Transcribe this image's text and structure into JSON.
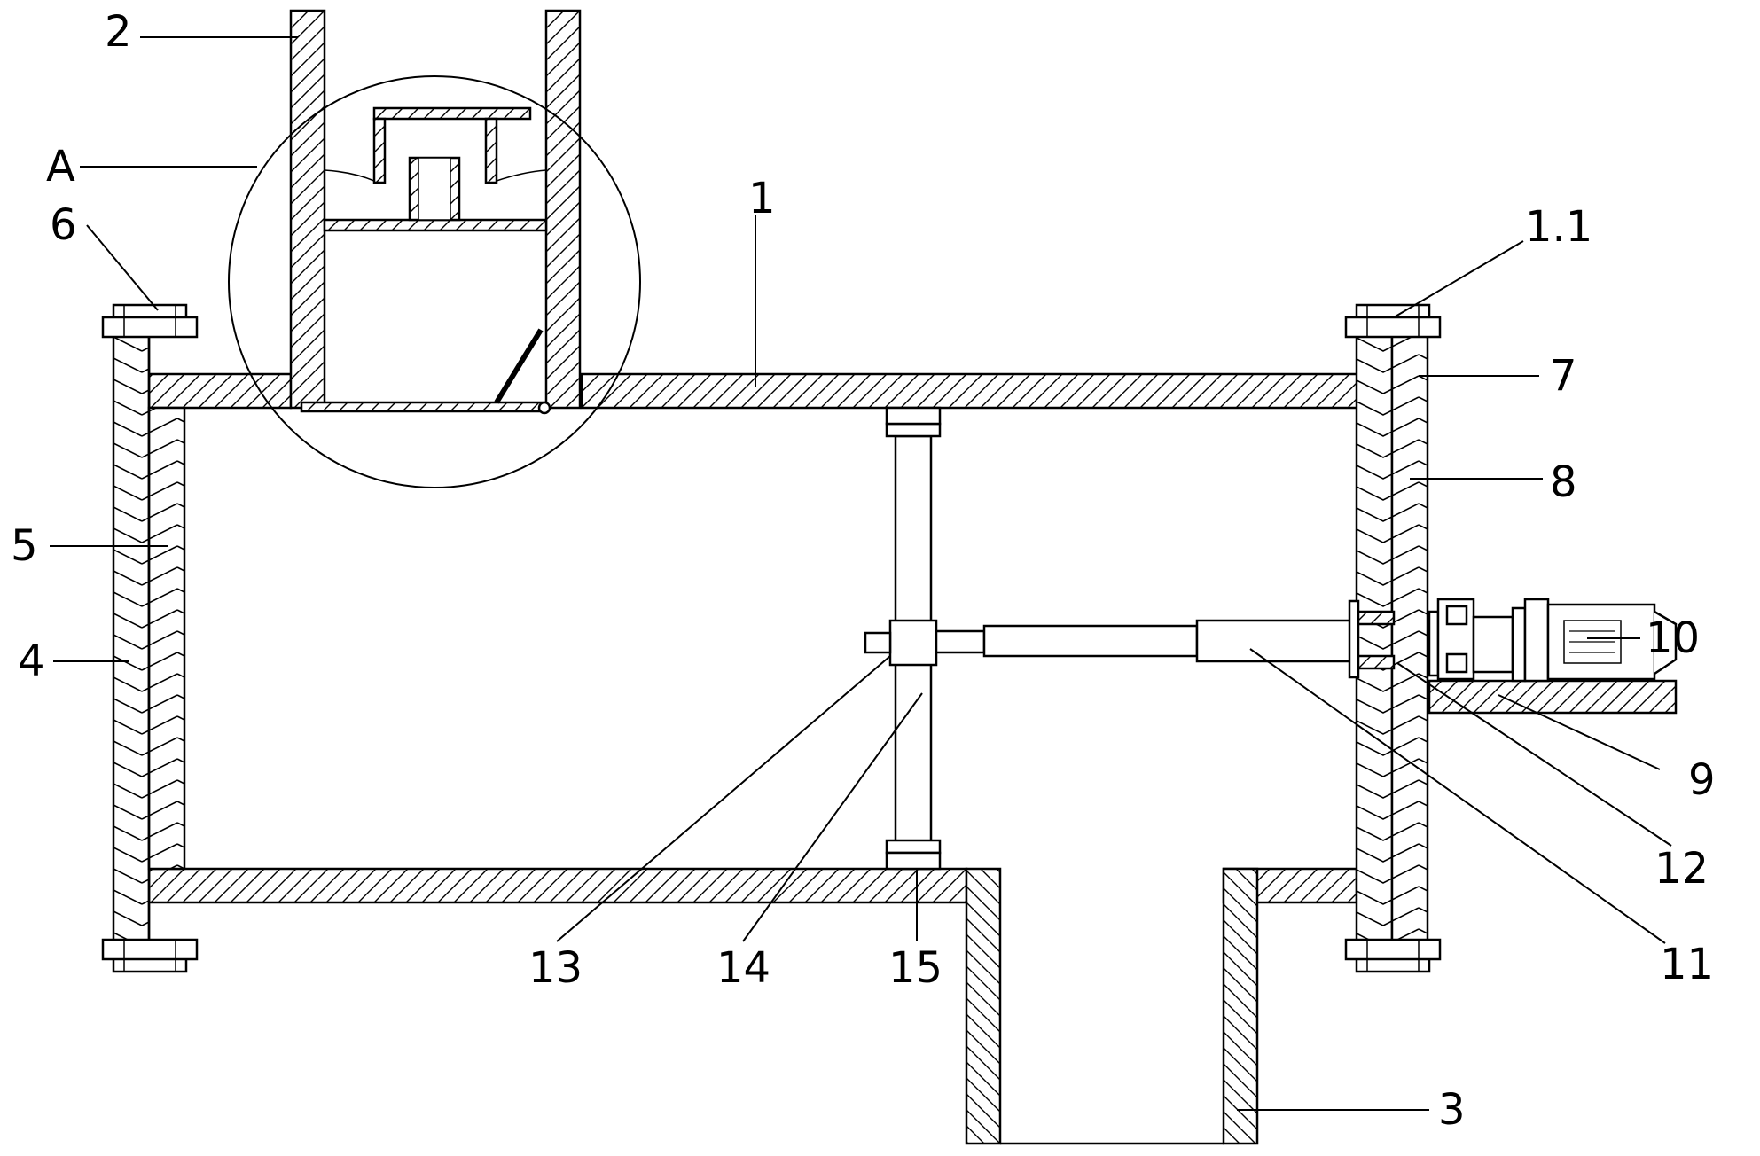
{
  "labels": {
    "l2": "2",
    "lA": "A",
    "l6": "6",
    "l1": "1",
    "l1_1": "1.1",
    "l7": "7",
    "l8": "8",
    "l5": "5",
    "l4": "4",
    "l10": "10",
    "l9": "9",
    "l12": "12",
    "l11": "11",
    "l13": "13",
    "l14": "14",
    "l15": "15",
    "l3": "3"
  }
}
